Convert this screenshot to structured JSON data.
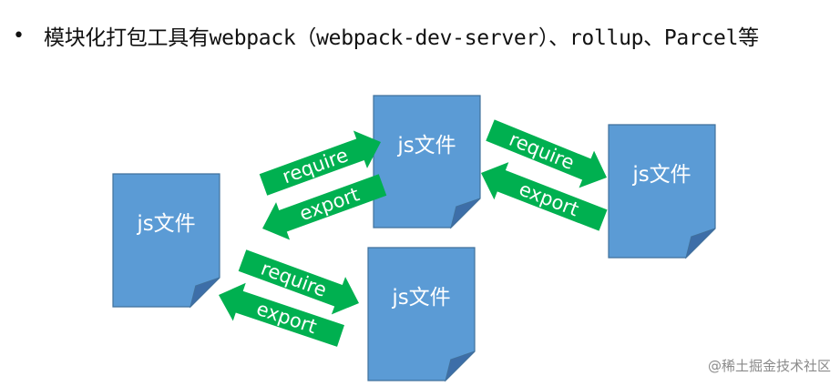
{
  "heading": {
    "bullet": "•",
    "text": "模块化打包工具有webpack（webpack-dev-server）、rollup、Parcel等"
  },
  "diagram": {
    "doc_label": "js文件",
    "arrows": {
      "require": "require",
      "export": "export"
    },
    "colors": {
      "doc_fill": "#5b9bd5",
      "doc_stroke": "#41719c",
      "doc_fold": "#3d6ea8",
      "arrow_fill": "#00b050",
      "label": "#ffffff"
    }
  },
  "watermark": "@稀土掘金技术社区"
}
